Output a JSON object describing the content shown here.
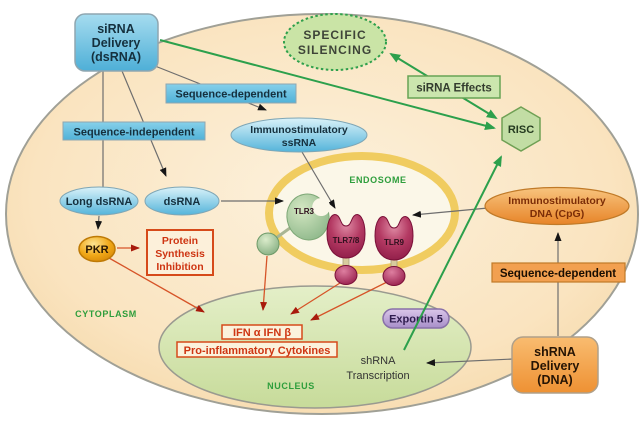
{
  "title": "siRNA and shRNA delivery pathway diagram",
  "colors": {
    "cell_fill": "#FAE4C0",
    "cell_border": "#A0A096",
    "nucleus_fill": "#D5E4AC",
    "endosome_ring": "#F0CC60",
    "blue_accent": "#5FBCDF",
    "green_accent": "#2CA04C",
    "orange_accent": "#F0973C",
    "maroon_receptor": "#9C2250",
    "tlr3_green": "#8FB98C",
    "red_text": "#CE3512",
    "purple_accent": "#B59AD0",
    "pkr_gold": "#EFA818"
  },
  "regions": {
    "cytoplasm_label": "CYTOPLASM",
    "nucleus_label": "NUCLEUS",
    "endosome_label": "ENDOSOME"
  },
  "nodes": {
    "sirna_delivery": {
      "lines": [
        "siRNA",
        "Delivery",
        "(dsRNA)"
      ]
    },
    "specific_silencing": {
      "lines": [
        "SPECIFIC",
        "SILENCING"
      ]
    },
    "sirna_effects": {
      "label": "siRNA Effects"
    },
    "risc": {
      "label": "RISC"
    },
    "sequence_dependent_top": {
      "label": "Sequence-dependent"
    },
    "sequence_independent": {
      "label": "Sequence-independent"
    },
    "immunostimulatory_ssrna": {
      "lines": [
        "Immunostimulatory",
        "ssRNA"
      ]
    },
    "long_dsrna": {
      "label": "Long dsRNA"
    },
    "dsrna": {
      "label": "dsRNA"
    },
    "pkr": {
      "label": "PKR"
    },
    "protein_synthesis_inhibition": {
      "lines": [
        "Protein",
        "Synthesis",
        "Inhibition"
      ]
    },
    "tlr3": {
      "label": "TLR3"
    },
    "tlr78": {
      "label": "TLR7/8"
    },
    "tlr9": {
      "label": "TLR9"
    },
    "ifn": {
      "label": "IFN α  IFN β"
    },
    "proinflammatory_cytokines": {
      "label": "Pro-inflammatory Cytokines"
    },
    "exportin5": {
      "label": "Exportin 5"
    },
    "shrna_transcription": {
      "lines": [
        "shRNA",
        "Transcription"
      ]
    },
    "immunostimulatory_dna": {
      "lines": [
        "Immunostimulatory",
        "DNA (CpG)"
      ]
    },
    "sequence_dependent_bottom": {
      "label": "Sequence-dependent"
    },
    "shrna_delivery": {
      "lines": [
        "shRNA",
        "Delivery",
        "(DNA)"
      ]
    }
  }
}
